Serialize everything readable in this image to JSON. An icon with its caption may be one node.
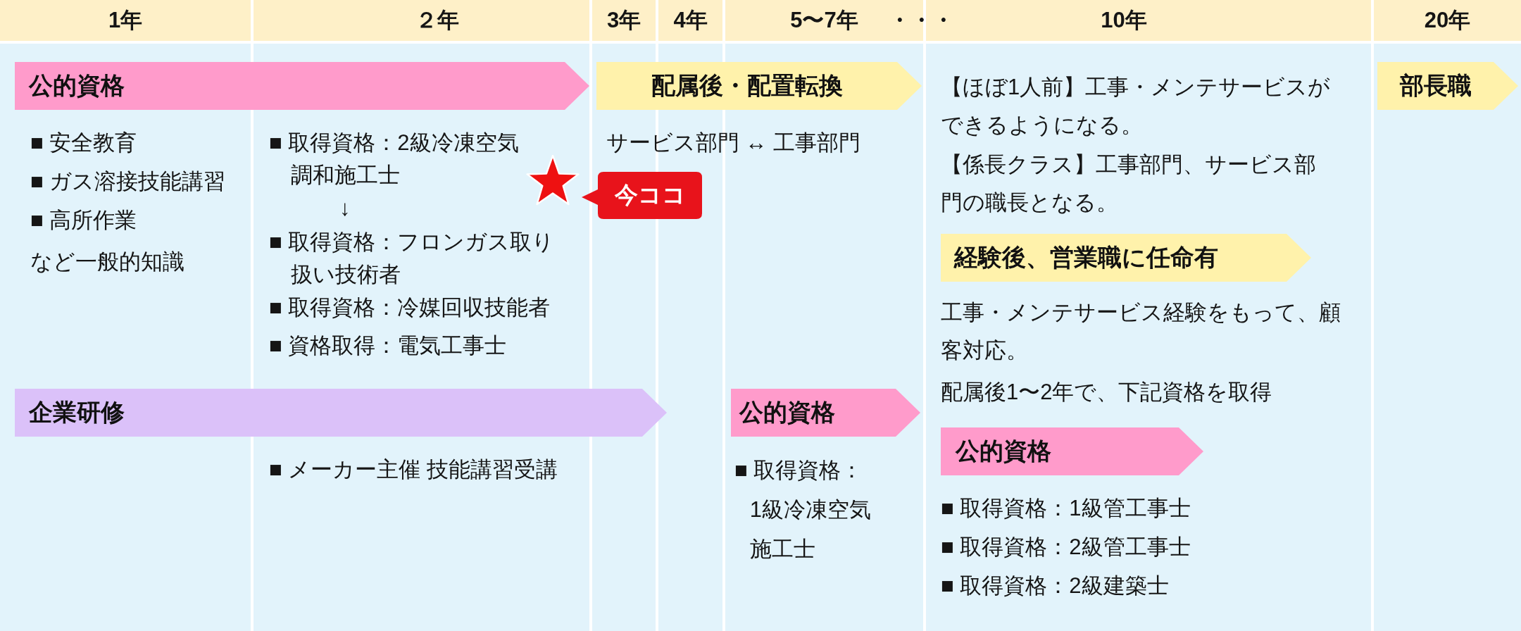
{
  "diagram": {
    "nodes": [
      {
        "text": [
          "1年"
        ]
      },
      {
        "text": [
          "２年"
        ]
      },
      {
        "text": [
          "3年"
        ]
      },
      {
        "text": [
          "4年"
        ]
      },
      {
        "text": [
          "5〜7年"
        ]
      },
      {
        "text": [
          "10年"
        ]
      },
      {
        "text": [
          "20年"
        ]
      },
      {
        "text": [
          "公的資格"
        ]
      },
      {
        "text": [
          "配属後・配置転換"
        ]
      },
      {
        "text": [
          "部長職"
        ]
      },
      {
        "text": [
          "今ココ"
        ]
      },
      {
        "text": [
          "経験後、営業職に任命有"
        ]
      },
      {
        "text": [
          "企業研修"
        ]
      },
      {
        "text": [
          "公的資格"
        ]
      },
      {
        "text": [
          "公的資格"
        ]
      }
    ],
    "labels": [
      "・・・",
      "■ 安全教育",
      "■ ガス溶接技能講習",
      "■ 高所作業",
      "など一般的知識",
      "■ 取得資格：2級冷凍空気調和施工士",
      "↓",
      "■ 取得資格：フロンガス取り扱い技術者",
      "■ 取得資格：冷媒回収技能者",
      "■ 資格取得：電気工事士",
      "■ メーカー主催 技能講習受講",
      "サービス部門 ↔ 工事部門",
      "■ 取得資格：1級冷凍空気施工士",
      "【ほぼ1人前】工事・メンテサービスができるようになる。",
      "【係長クラス】工事部門、サービス部門の職長となる。",
      "工事・メンテサービス経験をもって、顧客対応。",
      "配属後1〜2年で、下記資格を取得",
      "■ 取得資格：1級管工事士",
      "■ 取得資格：2級管工事士",
      "■ 取得資格：2級建築士"
    ]
  }
}
